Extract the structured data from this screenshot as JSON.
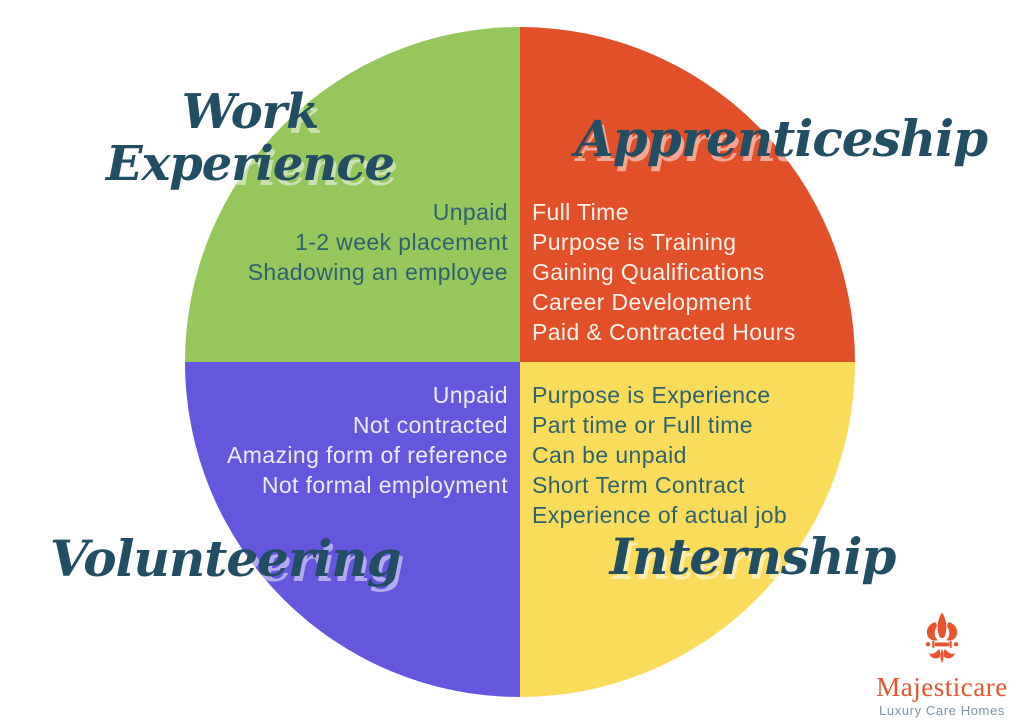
{
  "page": {
    "background_color": "#FFFFFF",
    "title": "Work Experience vs Apprenticeship vs Volunteering vs Internship"
  },
  "diagram": {
    "type": "quadrant-circle",
    "heading_color": "#214E63",
    "quadrants": [
      {
        "id": "work-experience",
        "title": "Work Experience",
        "title_lines": [
          "Work",
          "Experience"
        ],
        "color": "#95C75D",
        "text_color": "#2D6270",
        "items": [
          "Unpaid",
          "1-2 week placement",
          "Shadowing an employee"
        ]
      },
      {
        "id": "apprenticeship",
        "title": "Apprenticeship",
        "color": "#E2502A",
        "text_color": "#F7F2EA",
        "items": [
          "Full Time",
          "Purpose is Training",
          "Gaining Qualifications",
          "Career Development",
          "Paid & Contracted Hours"
        ]
      },
      {
        "id": "volunteering",
        "title": "Volunteering",
        "color": "#6456DD",
        "text_color": "#EEECFA",
        "items": [
          "Unpaid",
          "Not contracted",
          "Amazing form of reference",
          "Not formal employment"
        ]
      },
      {
        "id": "internship",
        "title": "Internship",
        "color": "#FBDC5A",
        "text_color": "#2D6270",
        "items": [
          "Purpose is Experience",
          "Part time or Full time",
          "Can be unpaid",
          "Short Term Contract",
          "Experience of actual job"
        ]
      }
    ]
  },
  "logo": {
    "icon": "fleur-de-lis-icon",
    "name": "Majesticare",
    "tagline": "Luxury Care Homes",
    "brand_color": "#E8532E",
    "tagline_color": "#7E93A8"
  }
}
